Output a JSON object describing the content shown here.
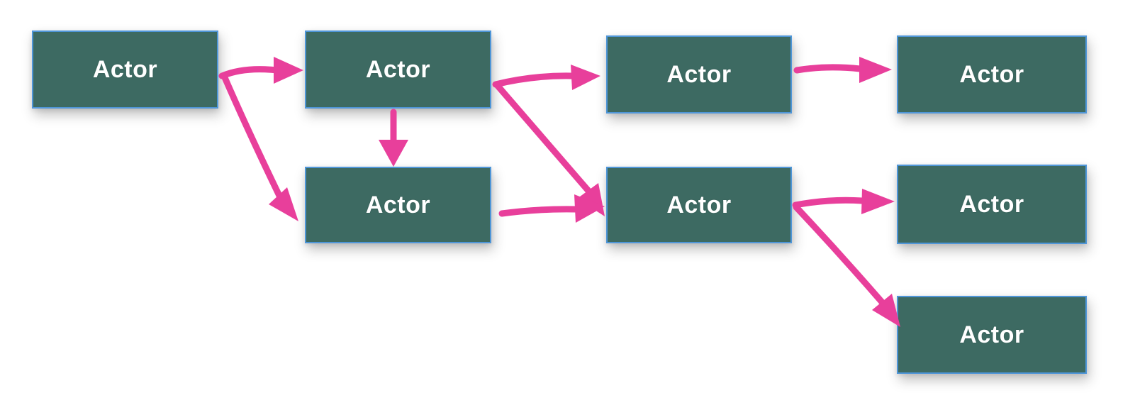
{
  "diagram": {
    "type": "flow-diagram",
    "colors": {
      "background": "#ffffff",
      "node_fill": "#3d6a62",
      "node_border": "#4f96d8",
      "node_text": "#ffffff",
      "arrow": "#e83f9b"
    },
    "nodes": [
      {
        "id": "actor-1",
        "label": "Actor"
      },
      {
        "id": "actor-2",
        "label": "Actor"
      },
      {
        "id": "actor-3",
        "label": "Actor"
      },
      {
        "id": "actor-4",
        "label": "Actor"
      },
      {
        "id": "actor-5",
        "label": "Actor"
      },
      {
        "id": "actor-6",
        "label": "Actor"
      },
      {
        "id": "actor-7",
        "label": "Actor"
      },
      {
        "id": "actor-8",
        "label": "Actor"
      }
    ],
    "edges": [
      {
        "from": "actor-1",
        "to": "actor-2"
      },
      {
        "from": "actor-1",
        "to": "actor-5"
      },
      {
        "from": "actor-2",
        "to": "actor-5"
      },
      {
        "from": "actor-2",
        "to": "actor-3"
      },
      {
        "from": "actor-2",
        "to": "actor-6"
      },
      {
        "from": "actor-5",
        "to": "actor-6"
      },
      {
        "from": "actor-3",
        "to": "actor-4"
      },
      {
        "from": "actor-6",
        "to": "actor-7"
      },
      {
        "from": "actor-6",
        "to": "actor-8"
      }
    ]
  }
}
